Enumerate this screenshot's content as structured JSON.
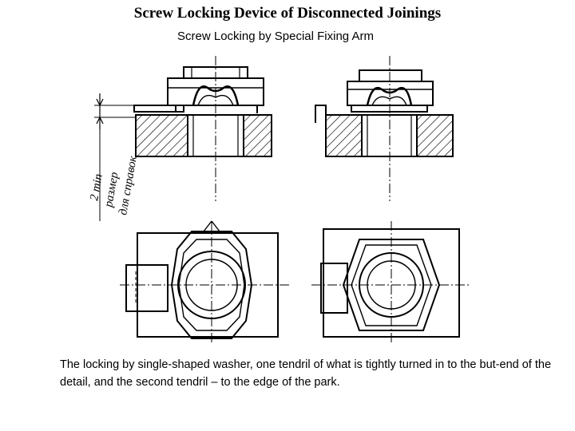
{
  "page": {
    "title": "Screw Locking Device of Disconnected Joinings",
    "subtitle": "Screw Locking by Special Fixing Arm",
    "caption": "The locking by single-shaped washer, one tendril of what is tightly turned in to the but-end of the detail, and the second tendril – to the edge of the park."
  },
  "diagram": {
    "dimension_label_1": "2 min",
    "dimension_label_2": "размер",
    "dimension_label_3": "для справок",
    "line_color": "#000000"
  }
}
